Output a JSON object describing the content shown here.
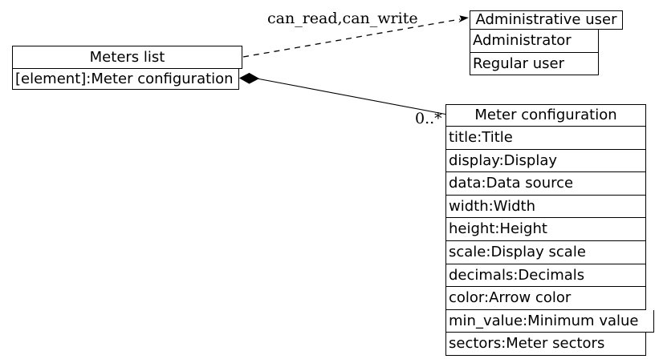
{
  "diagram": {
    "nodes": {
      "meters_list": {
        "title": "Meters list",
        "rows": [
          "[element]:Meter configuration"
        ]
      },
      "admin_user": {
        "title": "Administrative user",
        "rows": [
          "Administrator",
          "Regular user"
        ]
      },
      "meter_config": {
        "title": "Meter configuration",
        "rows": [
          "title:Title",
          "display:Display",
          "data:Data source",
          "width:Width",
          "height:Height",
          "scale:Display scale",
          "decimals:Decimals",
          "color:Arrow color",
          "min_value:Minimum value",
          "sectors:Meter sectors"
        ]
      }
    },
    "edges": {
      "permissions_label": "can_read,can_write",
      "multiplicity_label": "0..*"
    },
    "colors": {
      "stroke": "#000000",
      "background": "#ffffff"
    }
  }
}
